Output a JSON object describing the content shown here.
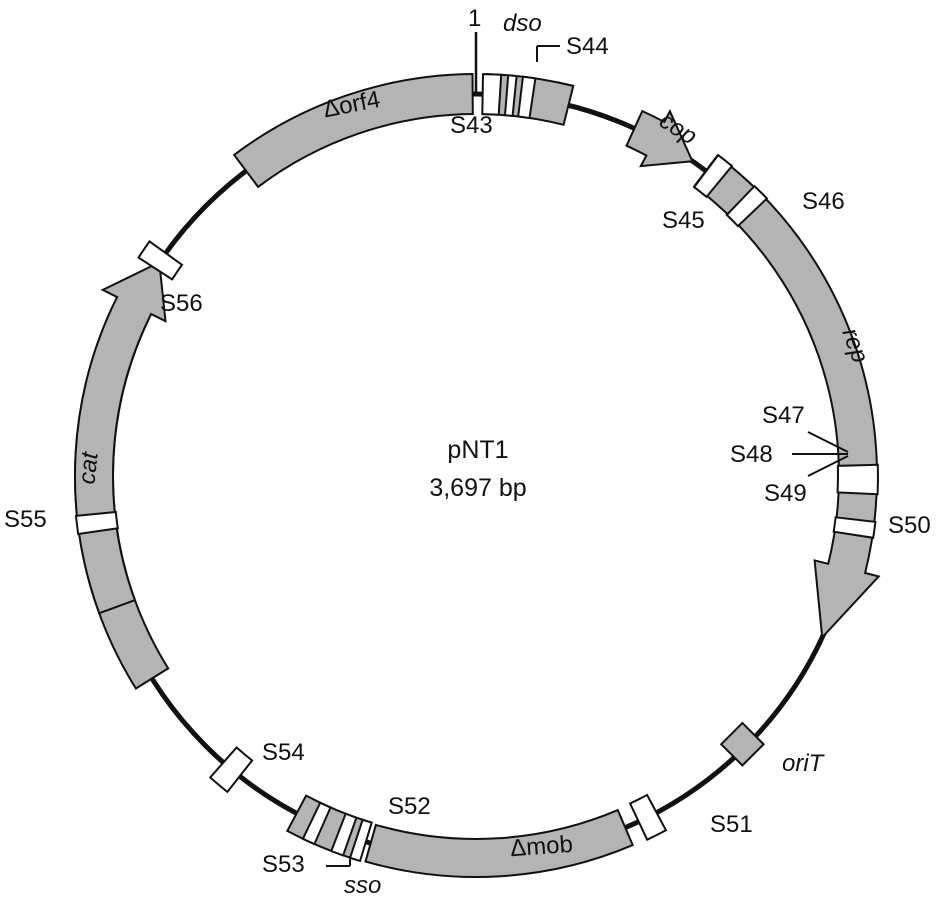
{
  "plasmid": {
    "name": "pNT1",
    "size": "3,697 bp",
    "origin_label": "1"
  },
  "genes": [
    {
      "label": "Δorf4",
      "italic": false
    },
    {
      "label": "cop",
      "italic": true
    },
    {
      "label": "rep",
      "italic": true
    },
    {
      "label": "Δmob",
      "italic": false
    },
    {
      "label": "cat",
      "italic": true
    }
  ],
  "regions": {
    "dso": "dso",
    "sso": "sso",
    "oriT": "oriT"
  },
  "sites": {
    "S43": "S43",
    "S44": "S44",
    "S45": "S45",
    "S46": "S46",
    "S47": "S47",
    "S48": "S48",
    "S49": "S49",
    "S50": "S50",
    "S51": "S51",
    "S52": "S52",
    "S53": "S53",
    "S54": "S54",
    "S55": "S55",
    "S56": "S56"
  },
  "colors": {
    "feature_fill": "#b4b4b4",
    "backbone": "#111111",
    "site_fill": "#ffffff",
    "text": "#111111"
  }
}
